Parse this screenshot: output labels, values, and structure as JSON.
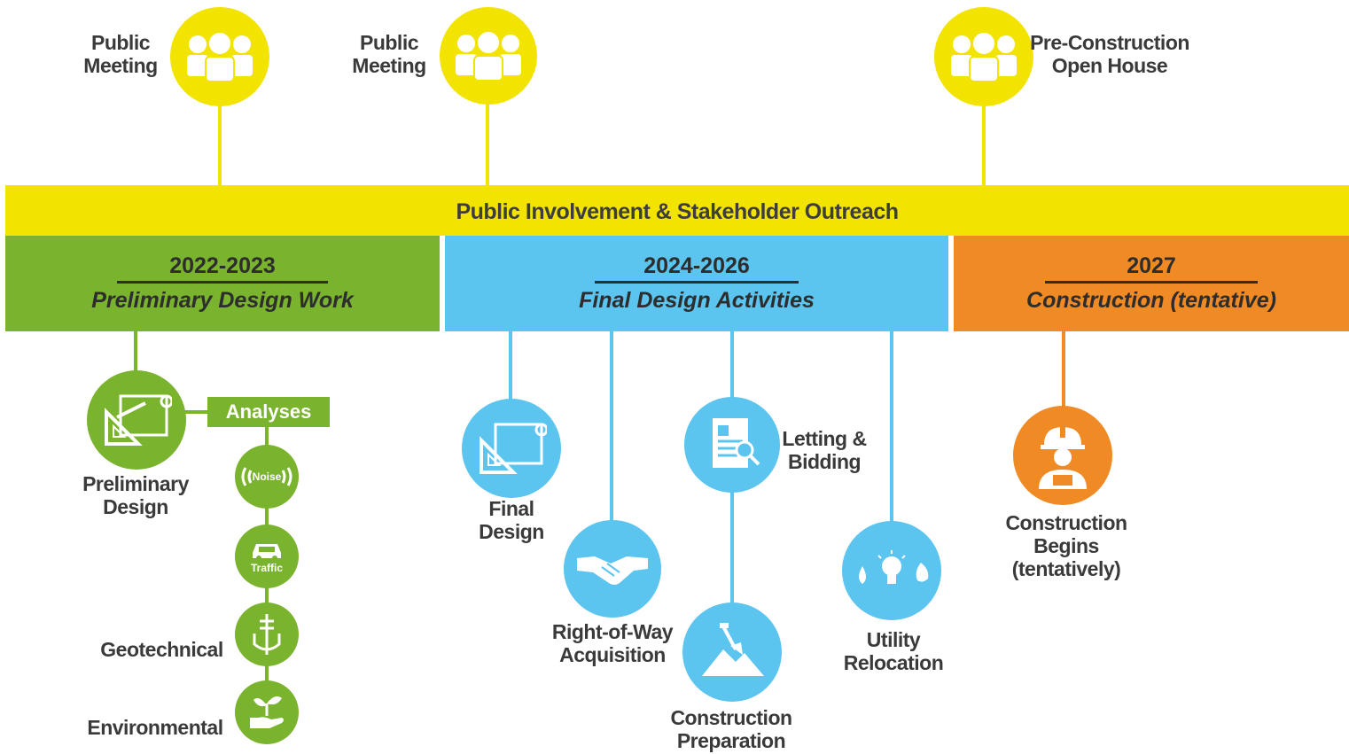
{
  "outreach": {
    "banner": "Public Involvement & Stakeholder Outreach",
    "events": [
      {
        "line1": "Public",
        "line2": "Meeting",
        "icon": "people-icon"
      },
      {
        "line1": "Public",
        "line2": "Meeting",
        "icon": "people-icon"
      },
      {
        "line1": "Pre-Construction",
        "line2": "Open House",
        "icon": "people-icon"
      }
    ]
  },
  "phases": [
    {
      "years": "2022-2023",
      "name": "Preliminary Design Work",
      "color": "#7ab32e"
    },
    {
      "years": "2024-2026",
      "name": "Final Design Activities",
      "color": "#5bc4ef"
    },
    {
      "years": "2027",
      "name": "Construction (tentative)",
      "color": "#f08a24"
    }
  ],
  "preliminary": {
    "design_line1": "Preliminary",
    "design_line2": "Design",
    "analyses_label": "Analyses",
    "noise_label": "Noise",
    "traffic_label": "Traffic",
    "geotechnical": "Geotechnical",
    "environmental": "Environmental"
  },
  "final": {
    "final_design_line1": "Final",
    "final_design_line2": "Design",
    "row_line1": "Right-of-Way",
    "row_line2": "Acquisition",
    "letting_line1": "Letting &",
    "letting_line2": "Bidding",
    "prep_line1": "Construction",
    "prep_line2": "Preparation",
    "utility_line1": "Utility",
    "utility_line2": "Relocation"
  },
  "construction": {
    "line1": "Construction",
    "line2": "Begins",
    "line3": "(tentatively)"
  },
  "colors": {
    "yellow": "#f2e400",
    "green": "#7ab32e",
    "blue": "#5bc4ef",
    "orange": "#f08a24"
  }
}
